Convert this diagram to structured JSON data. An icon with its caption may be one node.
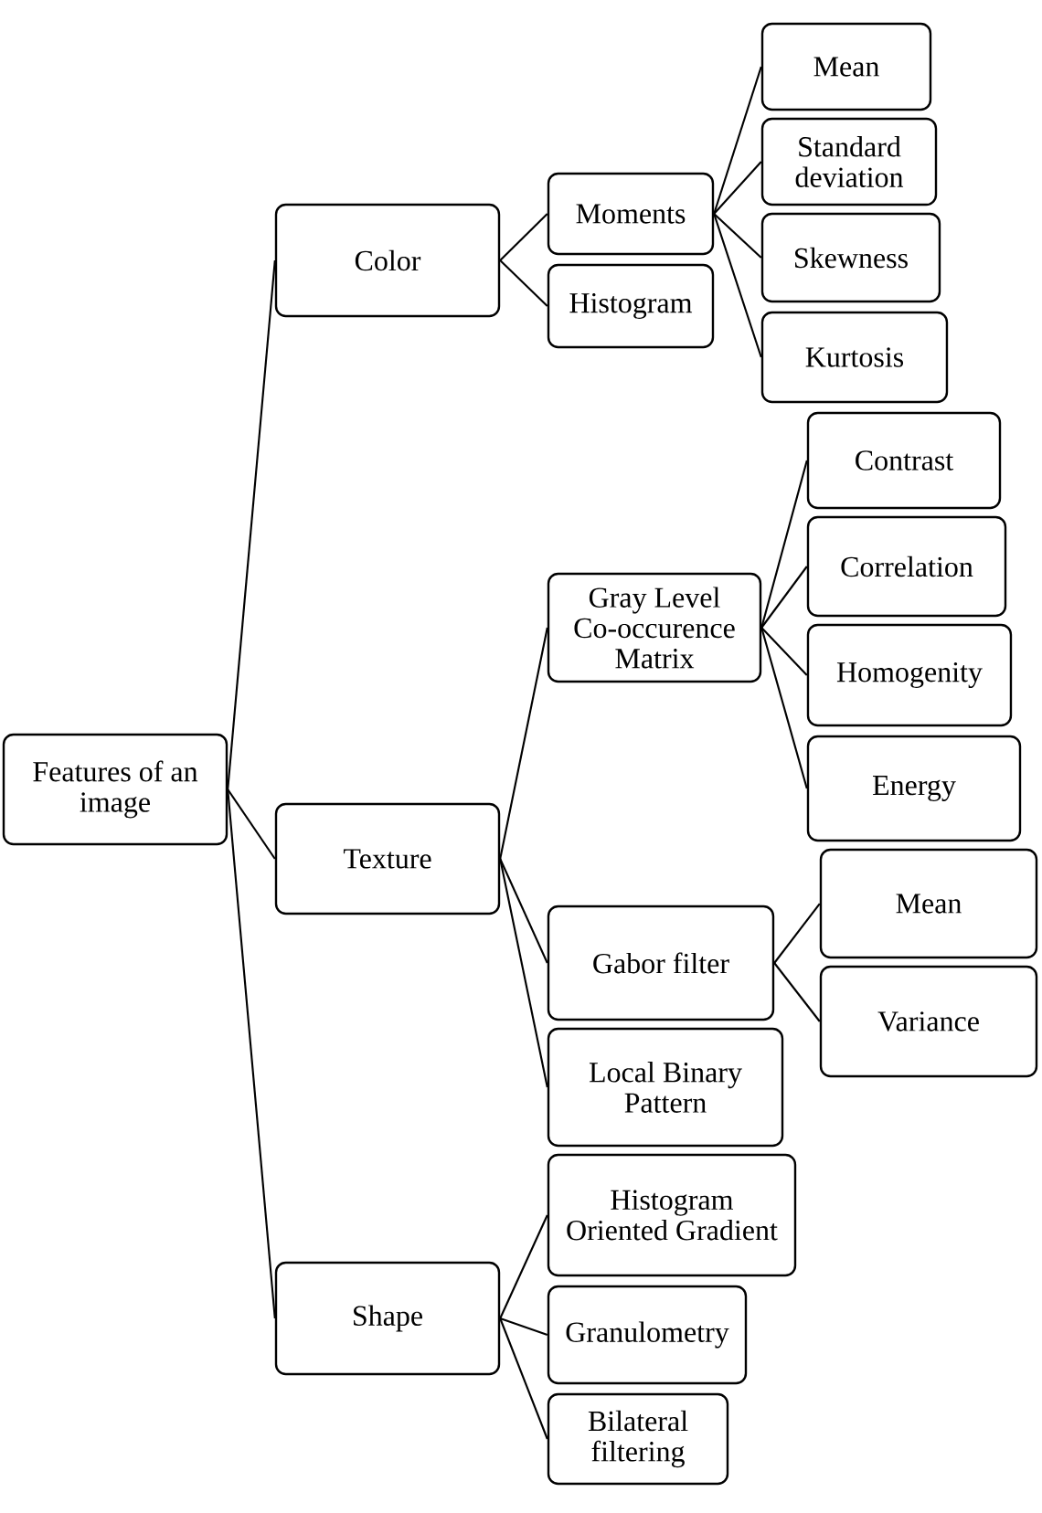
{
  "diagram": {
    "nodes": [
      {
        "text": [
          "Features of an image"
        ]
      },
      {
        "text": [
          "Color"
        ]
      },
      {
        "text": [
          "Moments"
        ]
      },
      {
        "text": [
          "Mean"
        ]
      },
      {
        "text": [
          "Standard deviation"
        ]
      },
      {
        "text": [
          "Skewness"
        ]
      },
      {
        "text": [
          "Kurtosis"
        ]
      },
      {
        "text": [
          "Histogram"
        ]
      },
      {
        "text": [
          "Texture"
        ]
      },
      {
        "text": [
          "Gray Level Co-occurence Matrix"
        ]
      },
      {
        "text": [
          "Contrast"
        ]
      },
      {
        "text": [
          "Correlation"
        ]
      },
      {
        "text": [
          "Homogenity"
        ]
      },
      {
        "text": [
          "Energy"
        ]
      },
      {
        "text": [
          "Gabor filter"
        ]
      },
      {
        "text": [
          "Mean"
        ]
      },
      {
        "text": [
          "Variance"
        ]
      },
      {
        "text": [
          "Local Binary Pattern"
        ]
      },
      {
        "text": [
          "Shape"
        ]
      },
      {
        "text": [
          "Histogram Oriented Gradient"
        ]
      },
      {
        "text": [
          "Granulometry"
        ]
      },
      {
        "text": [
          "Bilateral filtering"
        ]
      }
    ],
    "edges": [
      {
        "from": 0,
        "to": 1,
        "arrow": "none"
      },
      {
        "from": 0,
        "to": 8,
        "arrow": "none"
      },
      {
        "from": 0,
        "to": 18,
        "arrow": "none"
      },
      {
        "from": 1,
        "to": 2,
        "arrow": "none"
      },
      {
        "from": 1,
        "to": 7,
        "arrow": "none"
      },
      {
        "from": 2,
        "to": 3,
        "arrow": "none"
      },
      {
        "from": 2,
        "to": 4,
        "arrow": "none"
      },
      {
        "from": 2,
        "to": 5,
        "arrow": "none"
      },
      {
        "from": 2,
        "to": 6,
        "arrow": "none"
      },
      {
        "from": 8,
        "to": 9,
        "arrow": "none"
      },
      {
        "from": 8,
        "to": 14,
        "arrow": "none"
      },
      {
        "from": 8,
        "to": 17,
        "arrow": "none"
      },
      {
        "from": 9,
        "to": 10,
        "arrow": "none"
      },
      {
        "from": 9,
        "to": 11,
        "arrow": "none"
      },
      {
        "from": 9,
        "to": 12,
        "arrow": "none"
      },
      {
        "from": 9,
        "to": 13,
        "arrow": "none"
      },
      {
        "from": 14,
        "to": 15,
        "arrow": "none"
      },
      {
        "from": 14,
        "to": 16,
        "arrow": "none"
      },
      {
        "from": 18,
        "to": 19,
        "arrow": "none"
      },
      {
        "from": 18,
        "to": 20,
        "arrow": "none"
      },
      {
        "from": 18,
        "to": 21,
        "arrow": "none"
      }
    ]
  }
}
